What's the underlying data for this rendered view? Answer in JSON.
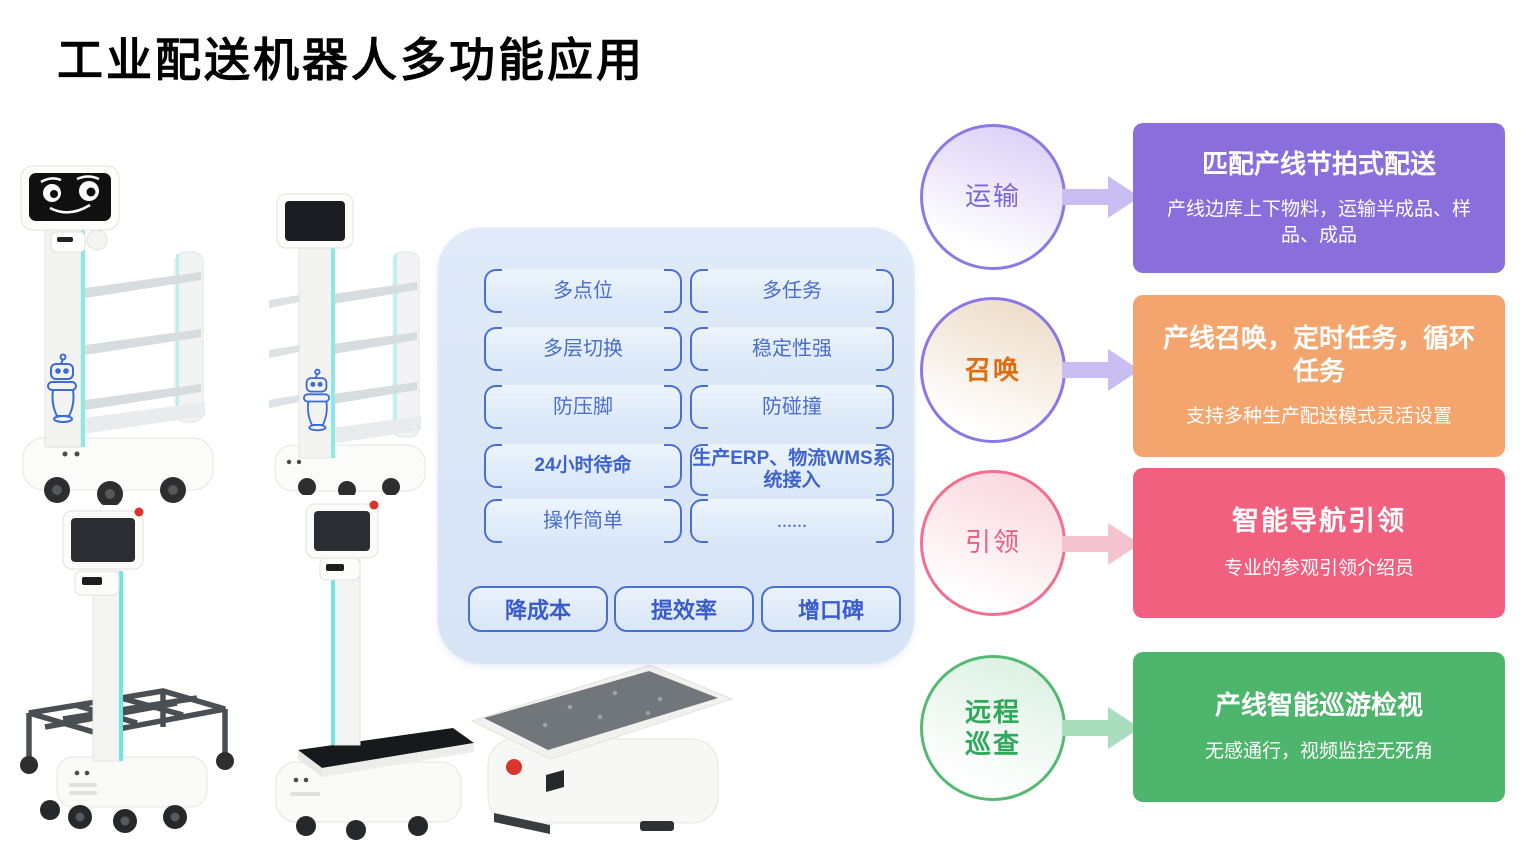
{
  "title": "工业配送机器人多功能应用",
  "colors": {
    "panel_bg": "#d9e6f7",
    "tag_blue": "#4a6fd4",
    "purple_card": "#8a6edc",
    "orange_card": "#f3a56d",
    "pink_card": "#f2607f",
    "green_card": "#4db56c",
    "circle_purple_border": "#8b7ae4",
    "circle_pink_border": "#f26f90",
    "circle_green_border": "#55b973",
    "orange_label": "#e06c10",
    "green_label": "#2fa95a"
  },
  "panel": {
    "tags": [
      {
        "label": "多点位"
      },
      {
        "label": "多任务"
      },
      {
        "label": "多层切换"
      },
      {
        "label": "稳定性强"
      },
      {
        "label": "防压脚"
      },
      {
        "label": "防碰撞"
      },
      {
        "label": "24小时待命"
      },
      {
        "label": "生产ERP、物流WMS系统接入"
      },
      {
        "label": "操作简单"
      },
      {
        "label": "......"
      }
    ],
    "buttons": [
      {
        "label": "降成本"
      },
      {
        "label": "提效率"
      },
      {
        "label": "增口碑"
      }
    ]
  },
  "flow": {
    "rows": [
      {
        "circle": "运输",
        "title": "匹配产线节拍式配送",
        "desc": "产线边库上下物料，运输半成品、样品、成品"
      },
      {
        "circle": "召唤",
        "title": "产线召唤，定时任务，循环任务",
        "desc": "支持多种生产配送模式灵活设置"
      },
      {
        "circle": "引领",
        "title": "智能导航引领",
        "desc": "专业的参观引领介绍员"
      },
      {
        "circle": "远程巡查",
        "title": "产线智能巡游检视",
        "desc": "无感通行，视频监控无死角"
      }
    ]
  },
  "images": [
    {
      "name": "shelf-delivery-robot-with-face-screen"
    },
    {
      "name": "shelf-delivery-robot-with-tablet"
    },
    {
      "name": "rack-carrier-pole-robot"
    },
    {
      "name": "platform-pole-robot"
    },
    {
      "name": "flat-top-agv-robot"
    }
  ]
}
